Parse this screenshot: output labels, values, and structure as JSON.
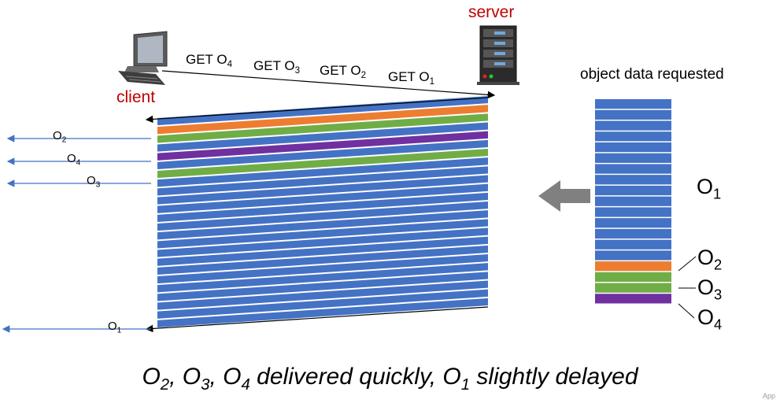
{
  "labels": {
    "server": "server",
    "client": "client",
    "queue_title": "object data requested"
  },
  "requests": [
    {
      "text": "GET O",
      "sub": "4"
    },
    {
      "text": "GET O",
      "sub": "3"
    },
    {
      "text": "GET O",
      "sub": "2"
    },
    {
      "text": "GET O",
      "sub": "1"
    }
  ],
  "deliveries": [
    {
      "text": "O",
      "sub": "2"
    },
    {
      "text": "O",
      "sub": "4"
    },
    {
      "text": "O",
      "sub": "3"
    },
    {
      "text": "O",
      "sub": "1"
    }
  ],
  "queue_labels": [
    {
      "text": "O",
      "sub": "1"
    },
    {
      "text": "O",
      "sub": "2"
    },
    {
      "text": "O",
      "sub": "3"
    },
    {
      "text": "O",
      "sub": "4"
    }
  ],
  "caption": {
    "parts": [
      {
        "text": "O",
        "sub": "2"
      },
      {
        "text": ", O",
        "sub": "3"
      },
      {
        "text": ", O",
        "sub": "4"
      },
      {
        "text": " delivered quickly, O",
        "sub": "1"
      },
      {
        "text": " slightly delayed",
        "sub": ""
      }
    ]
  },
  "footer": "App",
  "colors": {
    "blue": "#4472c4",
    "orange": "#ed7d31",
    "green": "#70ad47",
    "purple": "#7030a0",
    "server_label": "#c00000",
    "client_label": "#c00000",
    "gray_arrow": "#808080"
  },
  "stream_frames": [
    "blue",
    "orange",
    "green",
    "blue",
    "purple",
    "blue",
    "green",
    "blue",
    "blue",
    "blue",
    "blue",
    "blue",
    "blue",
    "blue",
    "blue",
    "blue",
    "blue",
    "blue",
    "blue",
    "blue",
    "blue",
    "blue",
    "blue",
    "blue"
  ],
  "queue_frames": [
    "blue",
    "blue",
    "blue",
    "blue",
    "blue",
    "blue",
    "blue",
    "blue",
    "blue",
    "blue",
    "blue",
    "blue",
    "blue",
    "blue",
    "blue",
    "orange",
    "green",
    "green",
    "purple"
  ],
  "icons": [
    "client-computer-icon",
    "server-tower-icon",
    "gray-left-arrow-icon"
  ]
}
